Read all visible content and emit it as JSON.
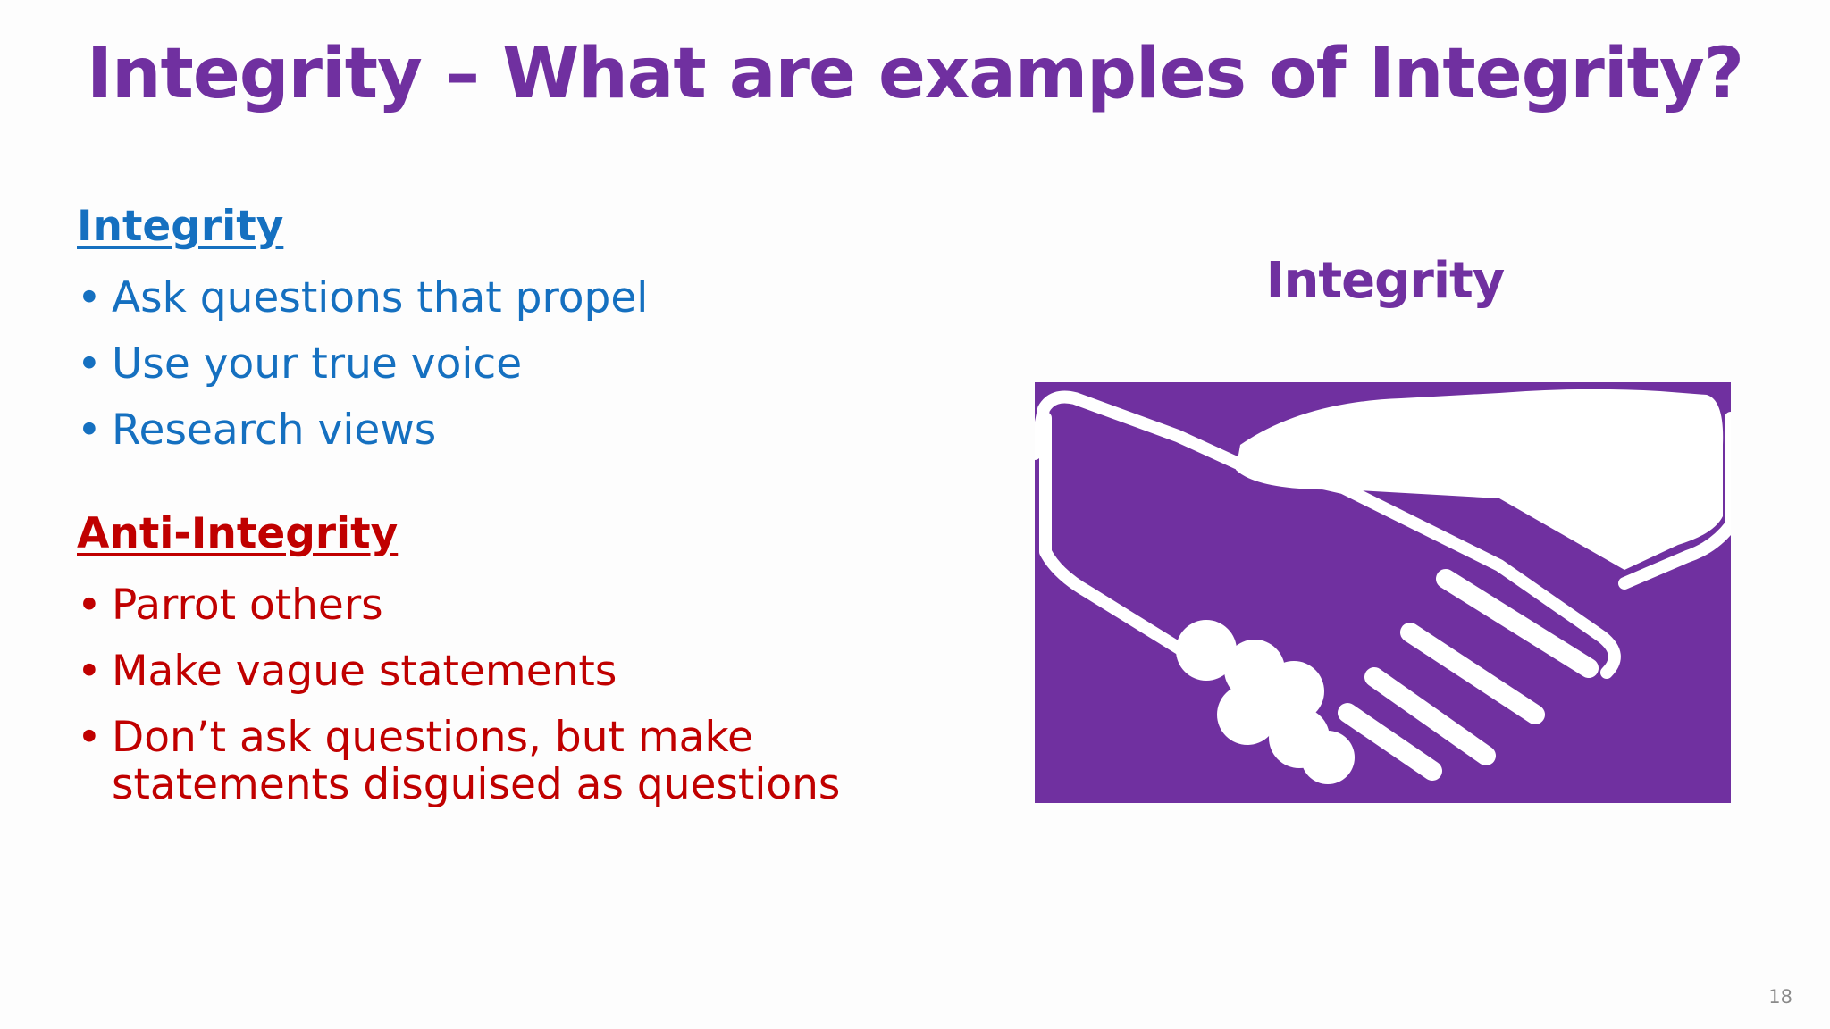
{
  "slide": {
    "title": "Integrity – What are examples of Integrity?",
    "page_number": "18"
  },
  "integrity_section": {
    "heading": "Integrity",
    "color": "#1570c0",
    "items": [
      "Ask questions that propel",
      "Use your true voice",
      "Research views"
    ]
  },
  "anti_integrity_section": {
    "heading": "Anti-Integrity",
    "color": "#c00000",
    "items": [
      "Parrot others",
      "Make vague statements",
      "Don’t ask questions, but make statements disguised as questions"
    ]
  },
  "image_panel": {
    "caption": "Integrity",
    "icon": "handshake-icon",
    "background_color": "#7030a0"
  }
}
